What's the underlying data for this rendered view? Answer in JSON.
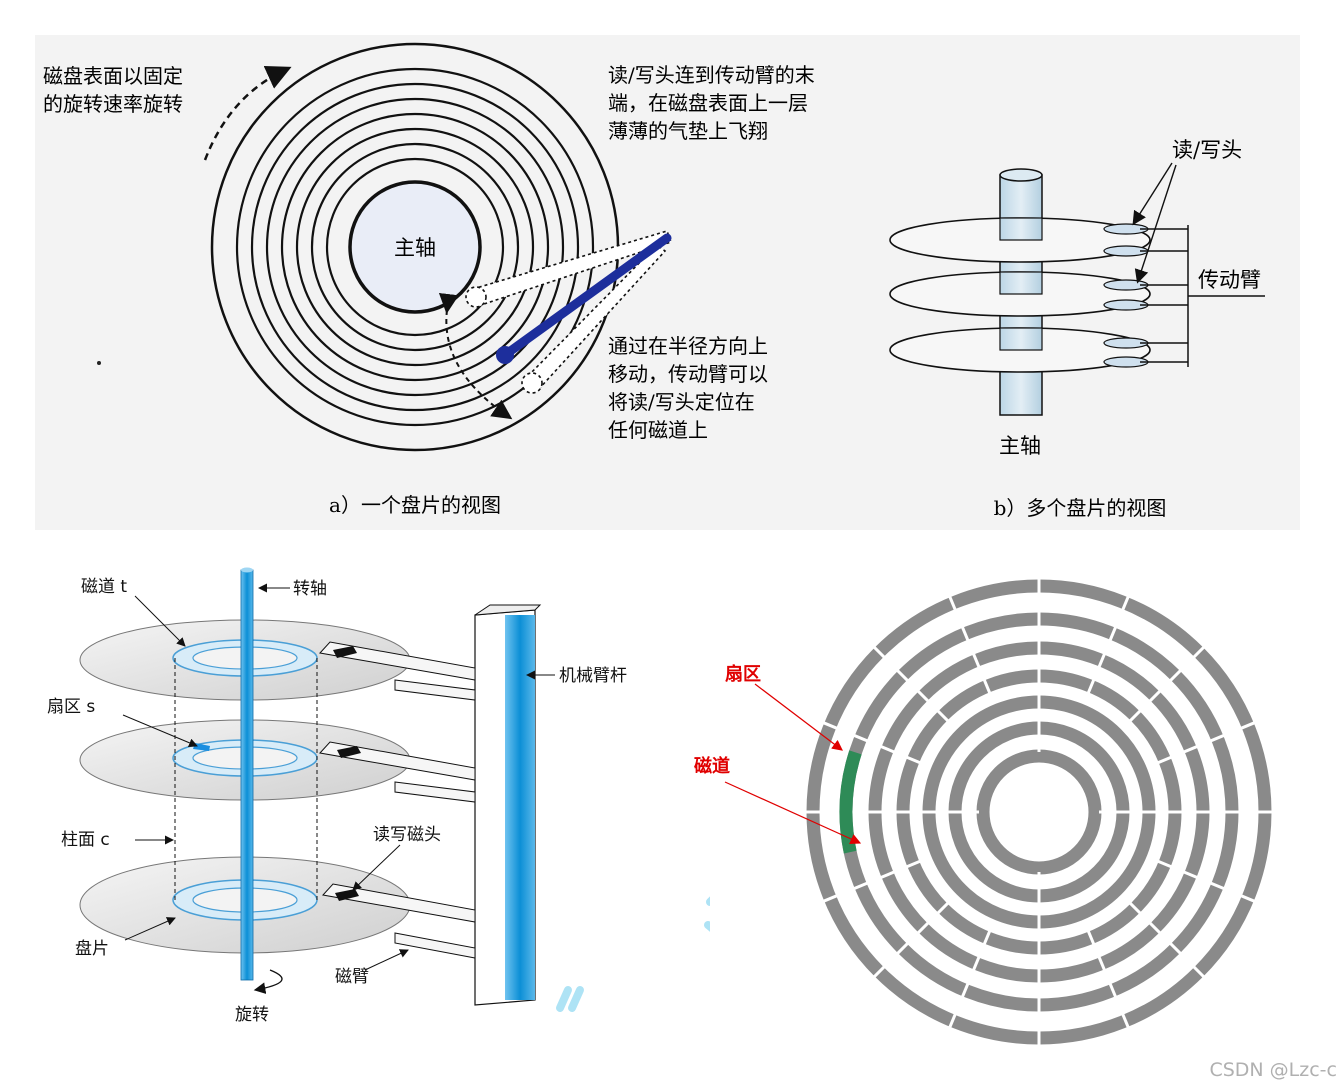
{
  "panel_a": {
    "note_rotation": [
      "磁盘表面以固定",
      "的旋转速率旋转"
    ],
    "spindle_label": "主轴",
    "note_head": [
      "读/写头连到传动臂的末",
      "端，在磁盘表面上一层",
      "薄薄的气垫上飞翔"
    ],
    "note_arm": [
      "通过在半径方向上",
      "移动，传动臂可以",
      "将读/写头定位在",
      "任何磁道上"
    ],
    "caption": "a）一个盘片的视图"
  },
  "panel_b": {
    "head_label": "读/写头",
    "arm_label": "传动臂",
    "spindle_label": "主轴",
    "caption": "b）多个盘片的视图"
  },
  "panel_c": {
    "track_label": "磁道 t",
    "spindle_label": "转轴",
    "arm_assembly_label": "机械臂杆",
    "sector_label": "扇区 s",
    "cylinder_label": "柱面 c",
    "head_label": "读写磁头",
    "platter_label": "盘片",
    "arm_label": "磁臂",
    "rotation_label": "旋转"
  },
  "panel_d": {
    "sector_label": "扇区",
    "track_label": "磁道",
    "colors": {
      "track": "#8a8a8a",
      "sector_highlight": "#2e8b57",
      "label": "#e00000"
    }
  },
  "watermark": "CSDN @Lzc-c"
}
